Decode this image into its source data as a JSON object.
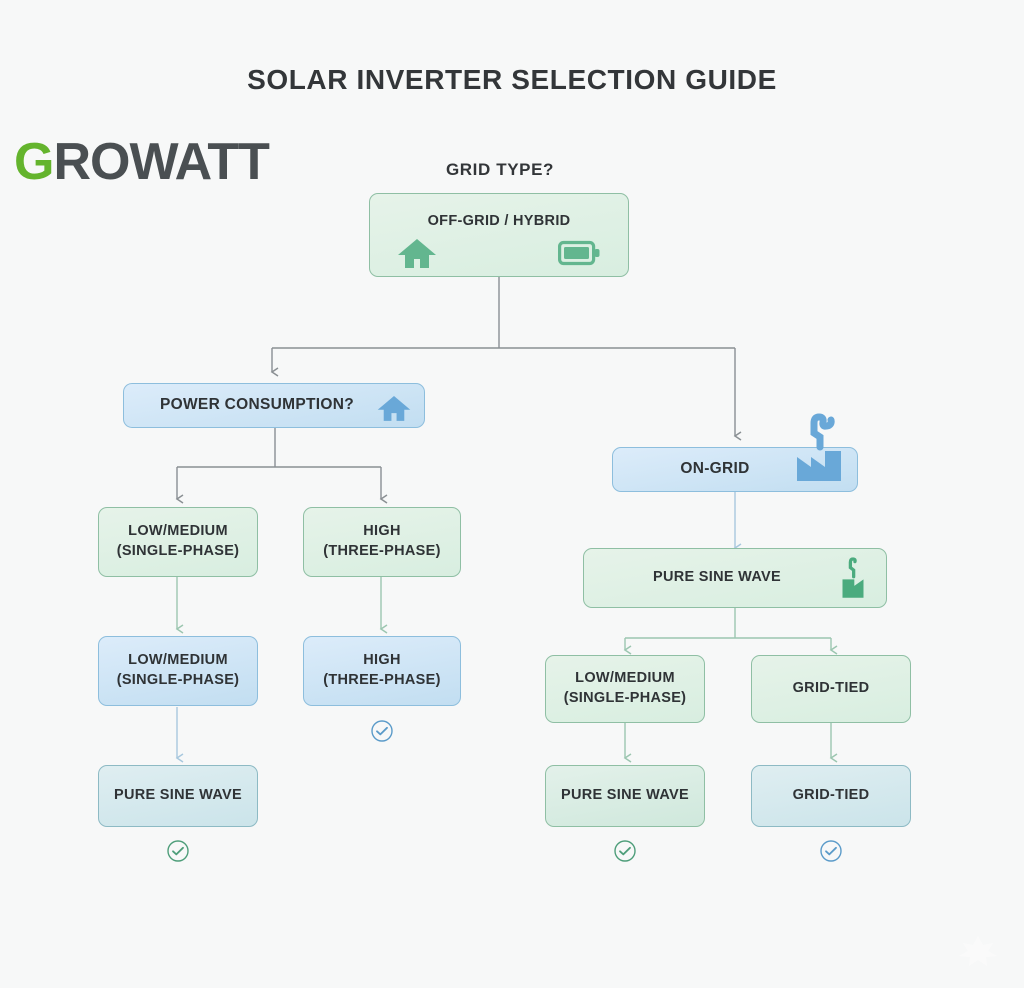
{
  "page": {
    "title": "SOLAR INVERTER SELECTION GUIDE",
    "background_color": "#f7f8f8"
  },
  "logo": {
    "name": "GROWATT",
    "first_letter": "G",
    "remaining_letters": "ROWATT",
    "green": "#64b42d",
    "gray": "#4a4f52"
  },
  "colors": {
    "green_fill": "#e0f0e4",
    "green_border": "#8fbfa4",
    "blue_fill": "#d3e6f6",
    "blue_border": "#8dbedd",
    "teal_fill": "#d6e9ee",
    "teal_border": "#8dbac4",
    "text": "#2f3336",
    "connector_gray": "#8a8f93",
    "connector_green": "#9cc6b0",
    "connector_blue": "#a8c8de",
    "check_green": "#4e9e7a",
    "check_blue": "#5b9bc9",
    "icon_green": "#63b68f",
    "icon_blue": "#69a8d8"
  },
  "labels": {
    "grid_type_question": "GRID TYPE?"
  },
  "flow": {
    "root": {
      "id": "off-grid-hybrid",
      "text": "OFF-GRID / HYBRID",
      "variant": "green",
      "icons": [
        "house-icon",
        "battery-icon"
      ]
    },
    "branches": [
      {
        "id": "off-grid-branch",
        "decision": {
          "id": "power-consumption",
          "text": "POWER CONSUMPTION?",
          "variant": "blue",
          "icons": [
            "house-icon"
          ]
        },
        "paths": [
          {
            "id": "off-grid-low-medium",
            "steps": [
              {
                "text": "LOW/MEDIUM\n(SINGLE-PHASE)",
                "variant": "green"
              },
              {
                "text": "LOW/MEDIUM\n(SINGLE-PHASE)",
                "variant": "blue"
              },
              {
                "text": "PURE SINE WAVE",
                "variant": "teal"
              }
            ],
            "result_check": true,
            "check_color": "green"
          },
          {
            "id": "off-grid-high",
            "steps": [
              {
                "text": "HIGH\n(THREE-PHASE)",
                "variant": "green"
              },
              {
                "text": "HIGH\n(THREE-PHASE)",
                "variant": "blue"
              }
            ],
            "result_check": true,
            "check_color": "blue"
          }
        ]
      },
      {
        "id": "on-grid-branch",
        "decision": {
          "id": "on-grid",
          "text": "ON-GRID",
          "variant": "blue",
          "icons": [
            "factory-icon"
          ]
        },
        "intermediate": {
          "id": "on-grid-pure-sine-wave",
          "text": "PURE SINE WAVE",
          "variant": "green",
          "icons": [
            "factory-icon"
          ]
        },
        "paths": [
          {
            "id": "on-grid-low-medium",
            "steps": [
              {
                "text": "LOW/MEDIUM\n(SINGLE-PHASE)",
                "variant": "green"
              },
              {
                "text": "PURE SINE WAVE",
                "variant": "greenblue"
              }
            ],
            "result_check": true,
            "check_color": "green"
          },
          {
            "id": "on-grid-grid-tied",
            "steps": [
              {
                "text": "GRID-TIED",
                "variant": "green"
              },
              {
                "text": "GRID-TIED",
                "variant": "teal"
              }
            ],
            "result_check": true,
            "check_color": "blue"
          }
        ]
      }
    ]
  },
  "nodes": {
    "root": "OFF-GRID / HYBRID",
    "power_consumption": "POWER CONSUMPTION?",
    "left_l1_a": "LOW/MEDIUM\n(SINGLE-PHASE)",
    "left_l1_b": "HIGH\n(THREE-PHASE)",
    "left_l2_a": "LOW/MEDIUM\n(SINGLE-PHASE)",
    "left_l2_b": "HIGH\n(THREE-PHASE)",
    "left_l3_a": "PURE SINE WAVE",
    "on_grid": "ON-GRID",
    "on_grid_psw": "PURE SINE WAVE",
    "right_l1_a": "LOW/MEDIUM\n(SINGLE-PHASE)",
    "right_l1_b": "GRID-TIED",
    "right_l2_a": "PURE SINE WAVE",
    "right_l2_b": "GRID-TIED"
  }
}
